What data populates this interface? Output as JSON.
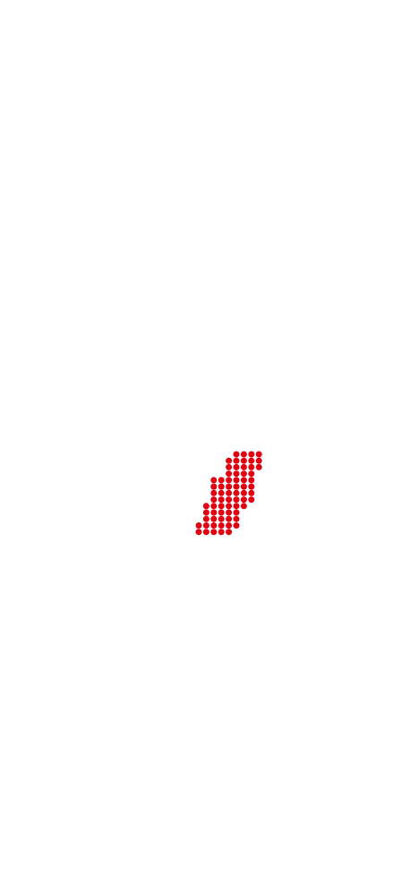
{
  "background_color": "#ffffff",
  "logo": {
    "icon": "dot-matrix-slanted-stripe-icon",
    "dot_color": "#e0000f",
    "rows": [
      [
        5,
        8
      ],
      [
        4,
        8
      ],
      [
        4,
        8
      ],
      [
        4,
        7
      ],
      [
        2,
        7
      ],
      [
        2,
        7
      ],
      [
        2,
        7
      ],
      [
        2,
        7
      ],
      [
        1,
        6
      ],
      [
        1,
        5
      ],
      [
        1,
        5
      ],
      [
        0,
        5
      ],
      [
        0,
        4
      ]
    ]
  }
}
